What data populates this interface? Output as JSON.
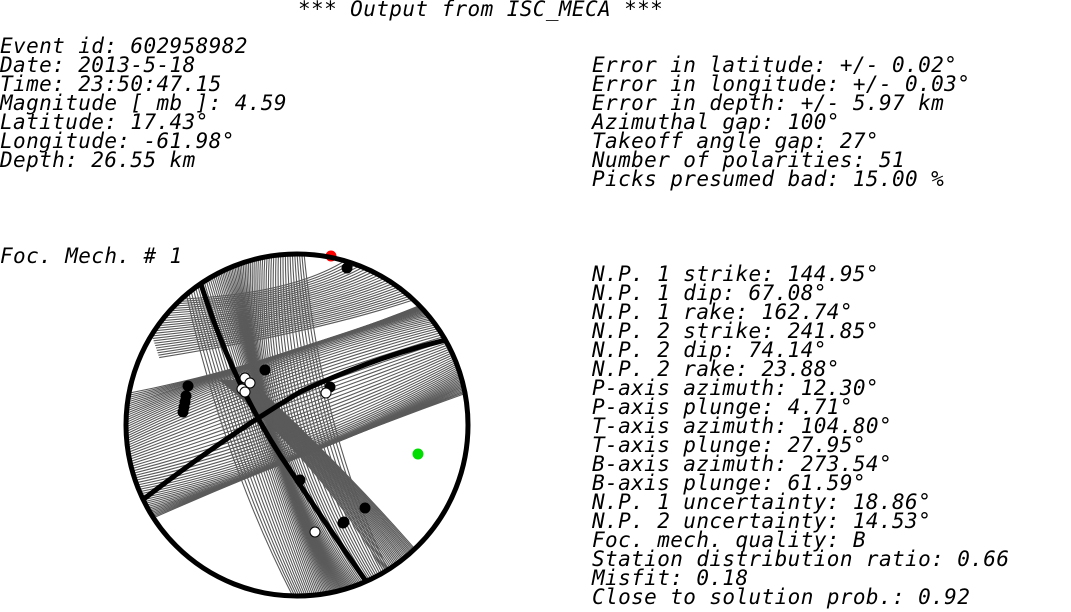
{
  "title": "*** Output from ISC_MECA ***",
  "event": {
    "id": "Event id: 602958982",
    "date": "Date: 2013-5-18",
    "time": "Time: 23:50:47.15",
    "magnitude": "Magnitude [ mb ]: 4.59",
    "latitude": "Latitude: 17.43°",
    "longitude": "Longitude: -61.98°",
    "depth": "Depth: 26.55 km"
  },
  "errors": {
    "lat": "Error in latitude: +/- 0.02°",
    "lon": "Error in longitude: +/- 0.03°",
    "depth": "Error in depth: +/- 5.97 km",
    "azgap": "Azimuthal gap: 100°",
    "takeoff": "Takeoff angle gap: 27°",
    "npol": "Number of polarities: 51",
    "bad": "Picks presumed bad: 15.00 %"
  },
  "mechanism_label": "Foc. Mech. # 1",
  "solution": [
    "N.P. 1 strike: 144.95°",
    "N.P. 1 dip: 67.08°",
    "N.P. 1 rake: 162.74°",
    "N.P. 2 strike: 241.85°",
    "N.P. 2 dip: 74.14°",
    "N.P. 2 rake: 23.88°",
    "P-axis azimuth: 12.30°",
    "P-axis plunge: 4.71°",
    "T-axis azimuth: 104.80°",
    "T-axis plunge: 27.95°",
    "B-axis azimuth: 273.54°",
    "B-axis plunge: 61.59°",
    "N.P. 1 uncertainty: 18.86°",
    "N.P. 2 uncertainty: 14.53°",
    "Foc. mech. quality: B",
    "Station distribution ratio: 0.66",
    "Misfit: 0.18",
    "Close to solution prob.: 0.92"
  ],
  "colors": {
    "outline": "#000000",
    "family_lines": "#5a5a5a",
    "best_planes": "#000000",
    "p_axis": "#ff0000",
    "t_axis": "#00dd00"
  }
}
